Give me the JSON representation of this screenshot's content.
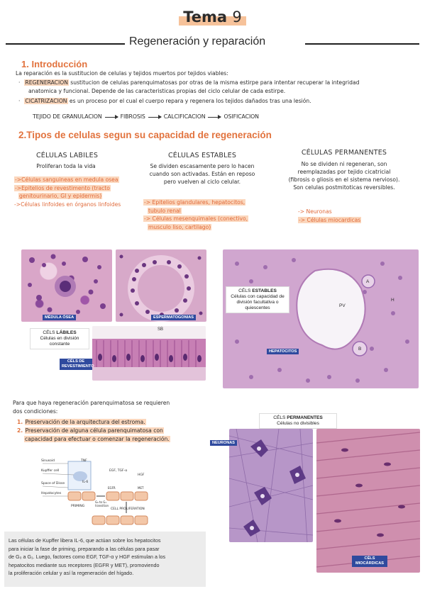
{
  "header": {
    "tema_word": "Tema",
    "tema_number": "9",
    "subtitle": "Regeneración y reparación"
  },
  "section1": {
    "heading": "1. Introducción",
    "intro": "La reparación es la sustitucion de celulas y tejidos muertos por tejidos viables:",
    "bullets": [
      {
        "term": "REGENERACION",
        "text": " sustitucion de celulas parenquimatosas por otras de la misma estirpe para intentar recuperar la integridad",
        "text2": "anatomica y funcional. Depende de las caracteristicas propias del ciclo celular de cada estirpe."
      },
      {
        "term": "CICATRIZACION",
        "text": " es un proceso por el cual el cuerpo repara y regenera los tejidos dañados tras una lesión."
      }
    ],
    "flow": [
      "TEJIDO DE GRANULACION",
      "FIBROSIS",
      "CALCIFICACION",
      "OSIFICACION"
    ]
  },
  "section2": {
    "heading": "2.Tipos de celulas segun su capacidad de regeneración",
    "columns": [
      {
        "title": "CÉLULAS LABILES",
        "desc": [
          "Proliferan toda la vida"
        ],
        "items": [
          "->Células sanguineas en medula osea",
          "->Epitelios de revestimento (tracto",
          "  genitourinario, GI y epidermis)",
          "->Células linfoides en órganos linfoides"
        ]
      },
      {
        "title": "CÉLULAS ESTABLES",
        "desc": [
          "Se dividen escasamente pero lo hacen",
          "cuando son activadas. Están en reposo",
          "pero vuelven al ciclo celular."
        ],
        "items": [
          "-> Epitelios glandulares, hepatocitos,",
          "  tubulo renal",
          "-> Células mesenquimales (conectivo,",
          "  musculo liso, cartilago)"
        ]
      },
      {
        "title": "CÉLULAS PERMANENTES",
        "desc": [
          "No se dividen ni regeneran, son",
          "reemplazadas por tejido cicatricial",
          "(fibrosis o gliosis en el sistema nervioso).",
          "Son celulas postmitoticas reversibles."
        ],
        "items": [
          "-> Neuronas",
          "-> Células miocardicas"
        ]
      }
    ]
  },
  "figures": {
    "labiles": {
      "label_bold": "LÁBILES",
      "label_prefix": "CÉLS ",
      "label_rest": "Células en división constante",
      "tags": [
        "MÉDULA ÓSEA",
        "ESPERMATOGONIAS",
        "CÉLS DE REVESTIMIENTO"
      ],
      "marker": "SB"
    },
    "estables": {
      "label_prefix": "CÉLS ",
      "label_bold": "ESTABLES",
      "label_rest": "Células con capacidad de división facultativa o quiescentes",
      "tags": [
        "HEPATOCITOS"
      ],
      "marks": [
        "PV",
        "A",
        "B",
        "H"
      ]
    },
    "permanentes": {
      "label_prefix": "CÉLS ",
      "label_bold": "PERMANENTES",
      "label_rest": "Células no divisibles",
      "tags": [
        "NEURONAS",
        "CÉLS MIOCÁRDICAS"
      ]
    }
  },
  "conditions": {
    "intro1": "Para que haya regeneración parenquimatosa se requieren",
    "intro2": "dos condiciones:",
    "items": [
      {
        "num": "1.",
        "text": "Preservación de la arquitectura del estroma."
      },
      {
        "num": "2.",
        "text": "Preservación de alguna célula parenquimatosa con",
        "text2": "capacidad para efectuar o comenzar la regeneración."
      }
    ]
  },
  "diagram": {
    "labels": [
      "Sinusoid",
      "Kupffer cell",
      "Space of Disse",
      "Hepatocytes",
      "TNF",
      "IL-6",
      "EGF, TGF-α",
      "HGF",
      "EGFR",
      "MET",
      "G₀ to G₁ transition",
      "PRIMING",
      "CELL PROLIFERATION"
    ]
  },
  "bottom_note": {
    "lines": [
      "Las células de Kupffer libera IL-6, que actúan sobre los hepatocitos",
      "para iniciar la fase de priming, preparando a las células para pasar",
      "de G₀ a G₁. Luego, factores como EGF, TGF-α y HGF estimulan a los",
      "hepatocitos mediante sus receptores (EGFR y MET), promoviendo",
      "la proliferación celular y así la regeneración del hígado."
    ]
  },
  "colors": {
    "accent": "#e2733e",
    "highlight": "#fbd7bd",
    "label_blue": "#2f4a9e",
    "tissue_pink": "#d9a6c8",
    "tissue_purple": "#7a4f9a"
  }
}
